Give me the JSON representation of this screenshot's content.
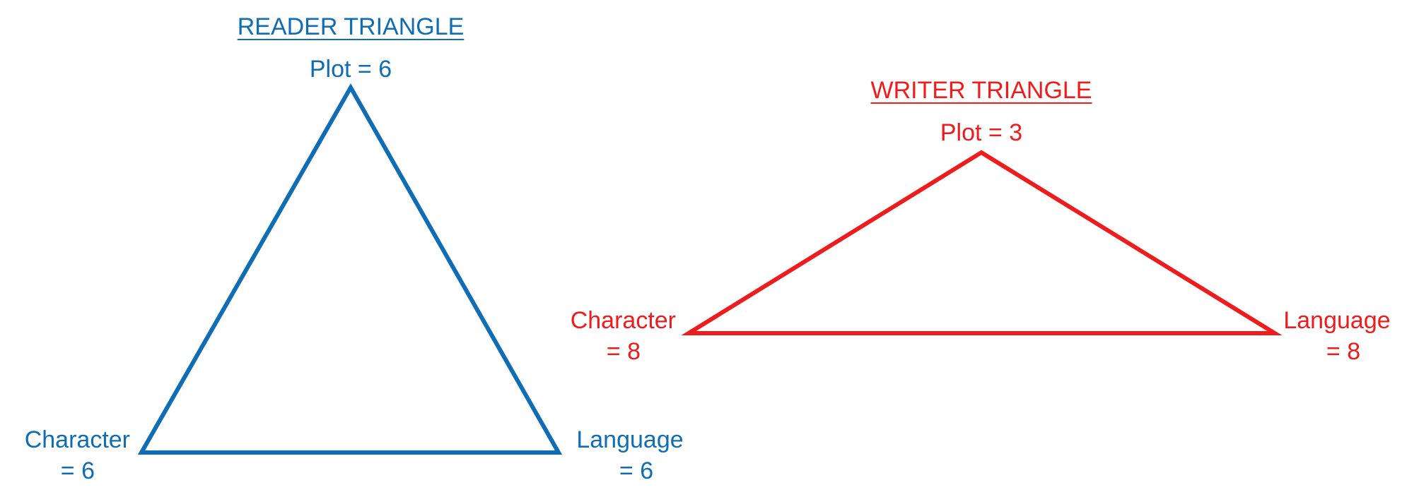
{
  "reader": {
    "title": "READER TRIANGLE",
    "plot": "Plot = 6",
    "character": {
      "name": "Character",
      "value": "= 6"
    },
    "language": {
      "name": "Language",
      "value": "= 6"
    },
    "color": "#0f6db5"
  },
  "writer": {
    "title": "WRITER TRIANGLE",
    "plot": "Plot = 3",
    "character": {
      "name": "Character",
      "value": "= 8"
    },
    "language": {
      "name": "Language",
      "value": "= 8"
    },
    "color": "#ee1c1c"
  }
}
